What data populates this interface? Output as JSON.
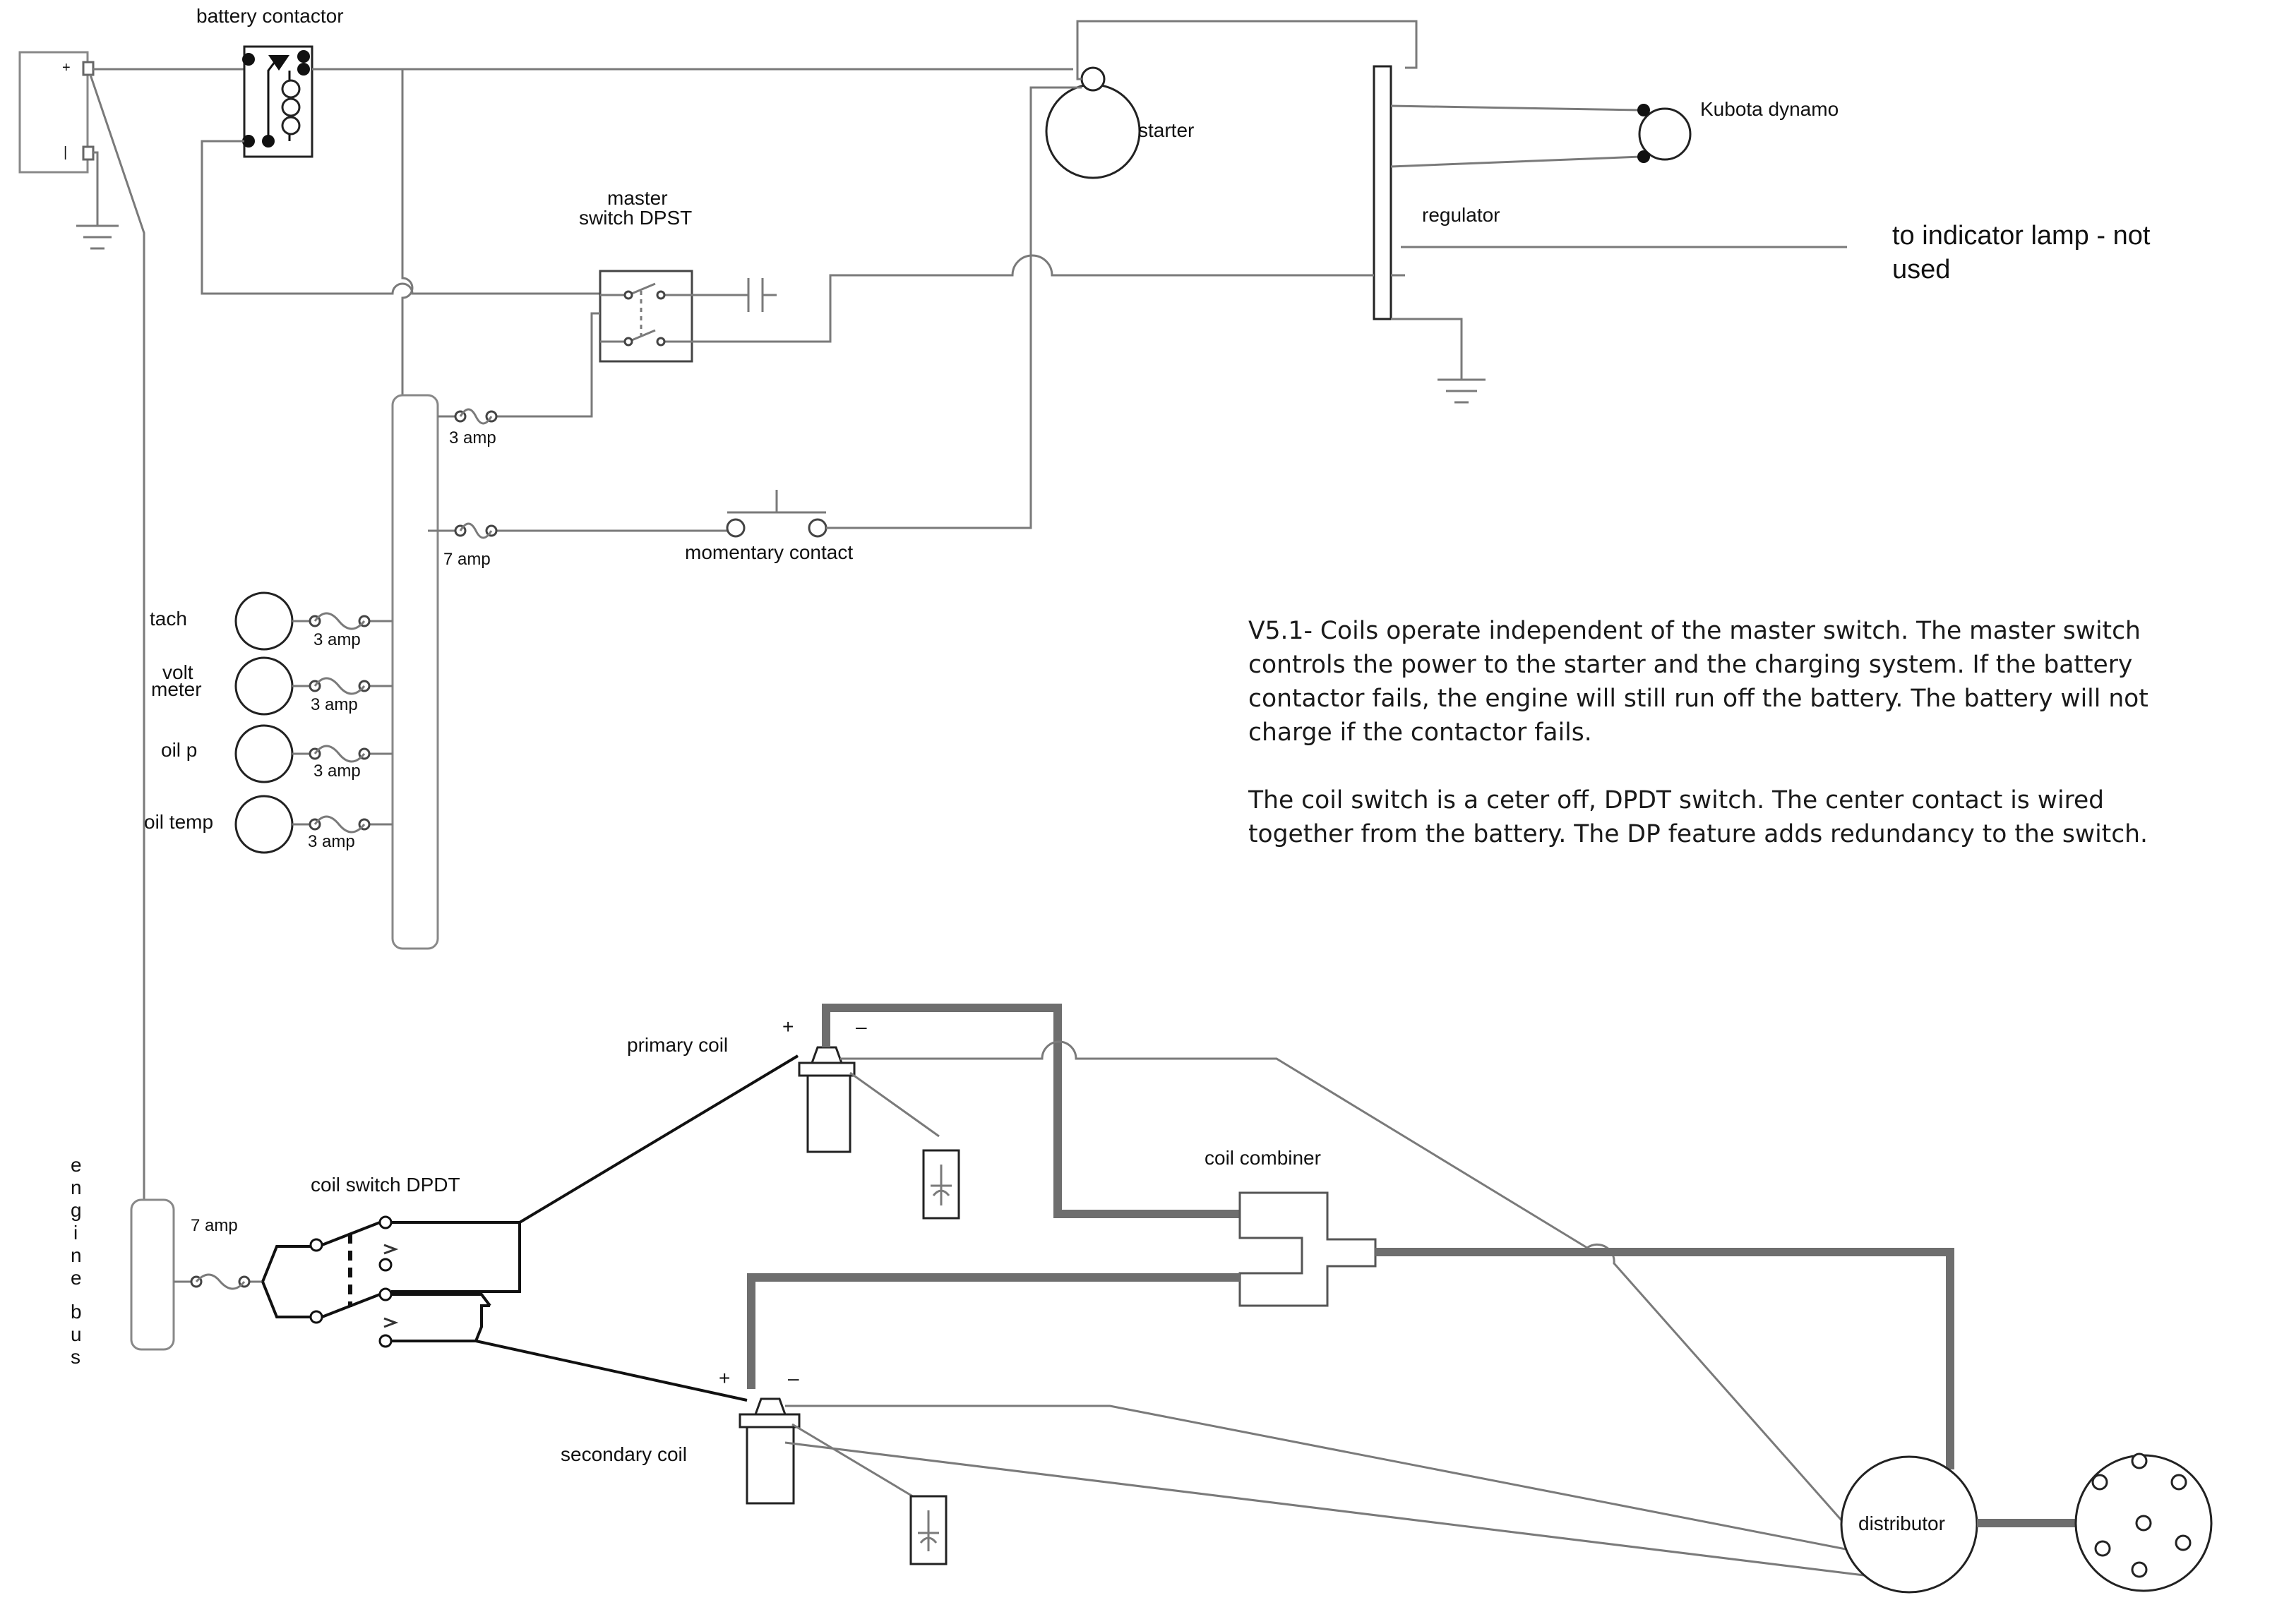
{
  "labels": {
    "battery_contactor": "battery contactor",
    "starter": "starter",
    "kubota_dynamo": "Kubota dynamo",
    "regulator": "regulator",
    "indicator_lamp_line1": "to indicator lamp - not",
    "indicator_lamp_line2": "used",
    "master_switch_line1": "master",
    "master_switch_line2": "switch DPST",
    "fuse_3amp_master": "3 amp",
    "fuse_7amp_start": "7 amp",
    "momentary_contact": "momentary contact",
    "tach": "tach",
    "volt_meter_line1": "volt",
    "volt_meter_line2": "meter",
    "oil_p": "oil p",
    "oil_temp": "oil temp",
    "fuse_tach": "3 amp",
    "fuse_volt": "3 amp",
    "fuse_oilp": "3 amp",
    "fuse_oiltemp": "3 amp",
    "primary_coil": "primary coil",
    "secondary_coil": "secondary coil",
    "coil_switch": "coil switch DPDT",
    "coil_combiner": "coil combiner",
    "fuse_7amp_coil": "7 amp",
    "engine_bus_letters": [
      "e",
      "n",
      "g",
      "i",
      "n",
      "e",
      "",
      "b",
      "u",
      "s"
    ],
    "distributor": "distributor",
    "plus": "+",
    "minus": "–",
    "battery_plus": "+",
    "battery_minus": "|"
  },
  "notes": {
    "paragraph1": "V5.1- Coils operate independent of the master switch. The master switch controls the power to the starter and the charging system. If the battery contactor fails, the engine will still run off the battery. The battery will not charge if the contactor fails.",
    "paragraph2": "The coil switch is a ceter off, DPDT switch. The center contact is wired together from the battery. The DP feature adds redundancy to the switch."
  }
}
